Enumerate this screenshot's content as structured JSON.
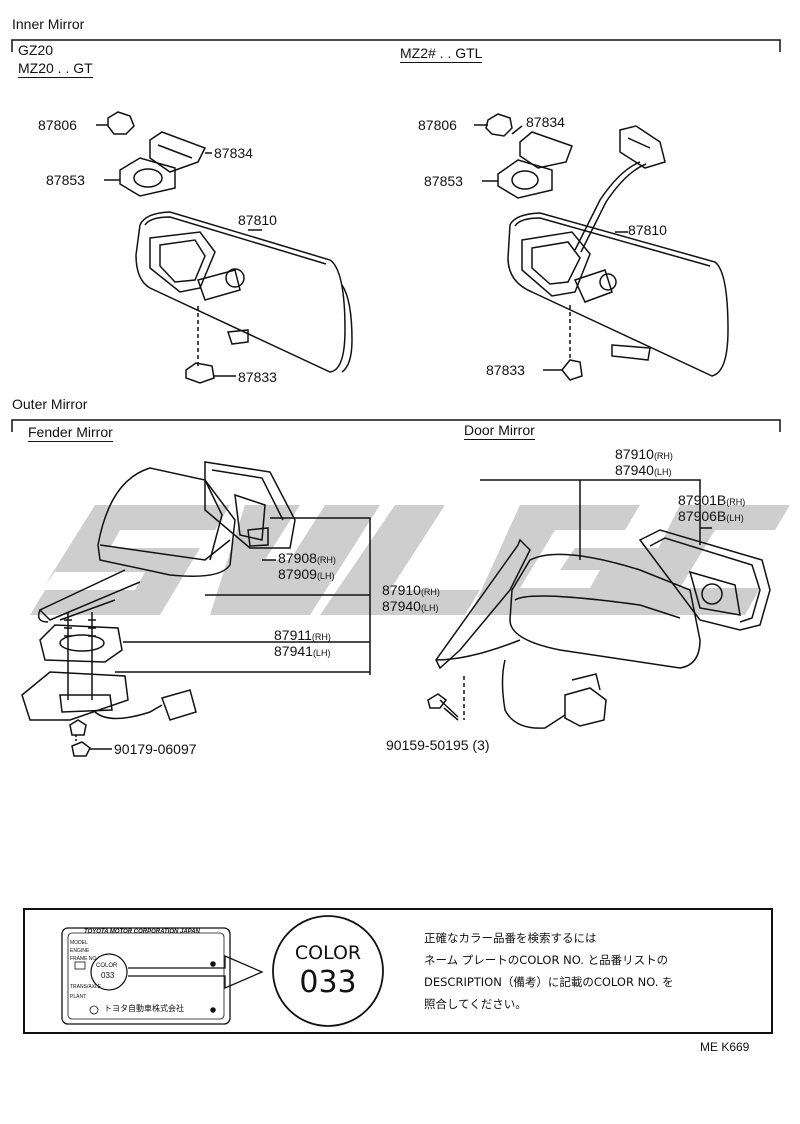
{
  "sections": {
    "inner": "Inner Mirror",
    "outer": "Outer Mirror",
    "fender": "Fender Mirror",
    "door": "Door Mirror"
  },
  "models": {
    "left_line1": "GZ20",
    "left_line2": "MZ20 . . GT",
    "right": "MZ2# . . GTL"
  },
  "parts": {
    "p87806_l": "87806",
    "p87834_l": "87834",
    "p87853_l": "87853",
    "p87810_l": "87810",
    "p87833_l": "87833",
    "p87806_r": "87806",
    "p87834_r": "87834",
    "p87853_r": "87853",
    "p87810_r": "87810",
    "p87833_r": "87833",
    "p87908": "87908",
    "p87909": "87909",
    "p87910_f": "87910",
    "p87940_f": "87940",
    "p87911": "87911",
    "p87941": "87941",
    "p90179": "90179-06097",
    "p87910_d": "87910",
    "p87940_d": "87940",
    "p87901": "87901B",
    "p87906": "87906B",
    "p90159": "90159-50195 (3)"
  },
  "suffixes": {
    "rh": "(RH)",
    "lh": "(LH)"
  },
  "plate": {
    "company": "TOYOTA MOTOR CORPORATION  JAPAN",
    "fields": [
      "MODEL",
      "ENGINE",
      "FRAME NO.",
      "TRANS/AXLE",
      "PLANT"
    ],
    "color_small": "COLOR",
    "code_small": "033",
    "maker_jp": "トヨタ自動車株式会社"
  },
  "color_callout": {
    "label": "COLOR",
    "code": "033"
  },
  "note": {
    "line1": "正確なカラー品番を検索するには",
    "line2": "ネーム プレートのCOLOR NO. と品番リストの",
    "line3": "DESCRIPTION（備考）に記載のCOLOR NO. を",
    "line4": "照合してください。"
  },
  "ref_code": "ME K669",
  "watermark_color": "#c4c4c4"
}
